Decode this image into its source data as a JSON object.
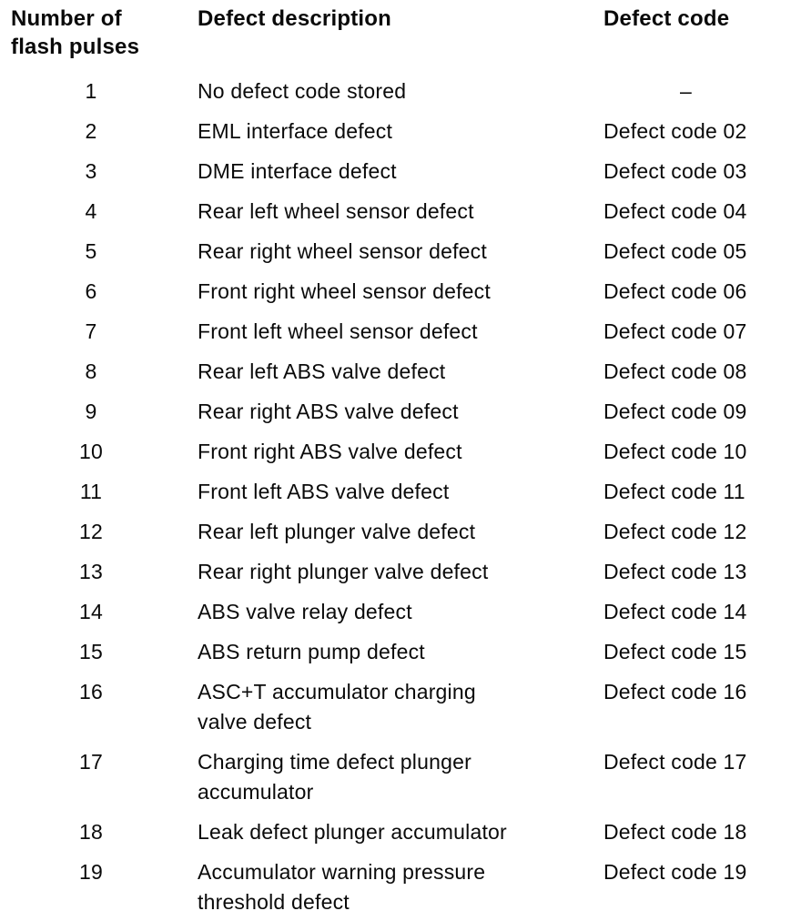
{
  "page": {
    "background_color": "#ffffff",
    "text_color": "#0a0a0a",
    "kind": "scanned manual page – ABS/ASC+T blink code table"
  },
  "table": {
    "headers": {
      "flash_pulses": "Number of\nflash pulses",
      "description": "Defect description",
      "code": "Defect code"
    },
    "rows": [
      {
        "pulses": "1",
        "description": "No defect code stored",
        "code": "–"
      },
      {
        "pulses": "2",
        "description": "EML interface defect",
        "code": "Defect code 02"
      },
      {
        "pulses": "3",
        "description": "DME interface defect",
        "code": "Defect code 03"
      },
      {
        "pulses": "4",
        "description": "Rear left wheel sensor defect",
        "code": "Defect code 04"
      },
      {
        "pulses": "5",
        "description": "Rear right wheel sensor defect",
        "code": "Defect code 05"
      },
      {
        "pulses": "6",
        "description": "Front right wheel sensor defect",
        "code": "Defect code 06"
      },
      {
        "pulses": "7",
        "description": "Front left wheel sensor defect",
        "code": "Defect code 07"
      },
      {
        "pulses": "8",
        "description": "Rear left ABS valve defect",
        "code": "Defect code 08"
      },
      {
        "pulses": "9",
        "description": "Rear right ABS valve defect",
        "code": "Defect code 09"
      },
      {
        "pulses": "10",
        "description": "Front right ABS valve defect",
        "code": "Defect code 10"
      },
      {
        "pulses": "11",
        "description": "Front left ABS valve defect",
        "code": "Defect code 11"
      },
      {
        "pulses": "12",
        "description": "Rear left plunger valve defect",
        "code": "Defect code 12"
      },
      {
        "pulses": "13",
        "description": "Rear right plunger valve defect",
        "code": "Defect code 13"
      },
      {
        "pulses": "14",
        "description": "ABS valve relay defect",
        "code": "Defect code 14"
      },
      {
        "pulses": "15",
        "description": "ABS return pump defect",
        "code": "Defect code 15"
      },
      {
        "pulses": "16",
        "description": "ASC+T accumulator charging\nvalve defect",
        "code": "Defect code 16"
      },
      {
        "pulses": "17",
        "description": "Charging time defect plunger\naccumulator",
        "code": "Defect code 17"
      },
      {
        "pulses": "18",
        "description": "Leak defect plunger accumulator",
        "code": "Defect code 18"
      },
      {
        "pulses": "19",
        "description": "Accumulator warning pressure\nthreshold defect",
        "code": "Defect code 19"
      }
    ]
  }
}
